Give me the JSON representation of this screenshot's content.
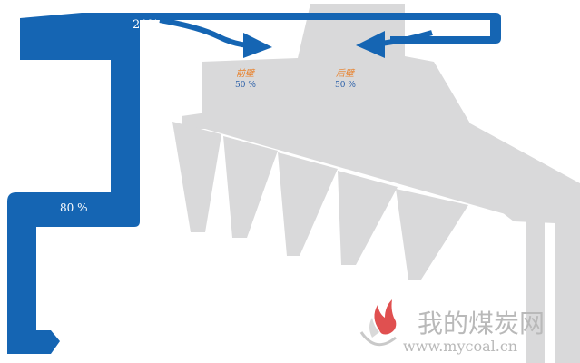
{
  "diagram": {
    "flow_labels": {
      "upper_flow": "20%",
      "lower_flow": "80 %"
    },
    "wall_labels": {
      "front_wall": {
        "name": "前壁",
        "value": "50 %"
      },
      "rear_wall": {
        "name": "后壁",
        "value": "50 %"
      }
    },
    "watermark": {
      "text_cn": "我的煤炭网",
      "text_url": "www.mycoal.cn"
    }
  },
  "colors": {
    "flow_blue": "#1565b3",
    "furnace_gray": "#d9d9da",
    "wall_label_orange": "#e8822d",
    "wall_value_blue": "#2a5fa8",
    "watermark_gray": "#b9b9b9",
    "watermark_flame_red": "#e05050"
  }
}
